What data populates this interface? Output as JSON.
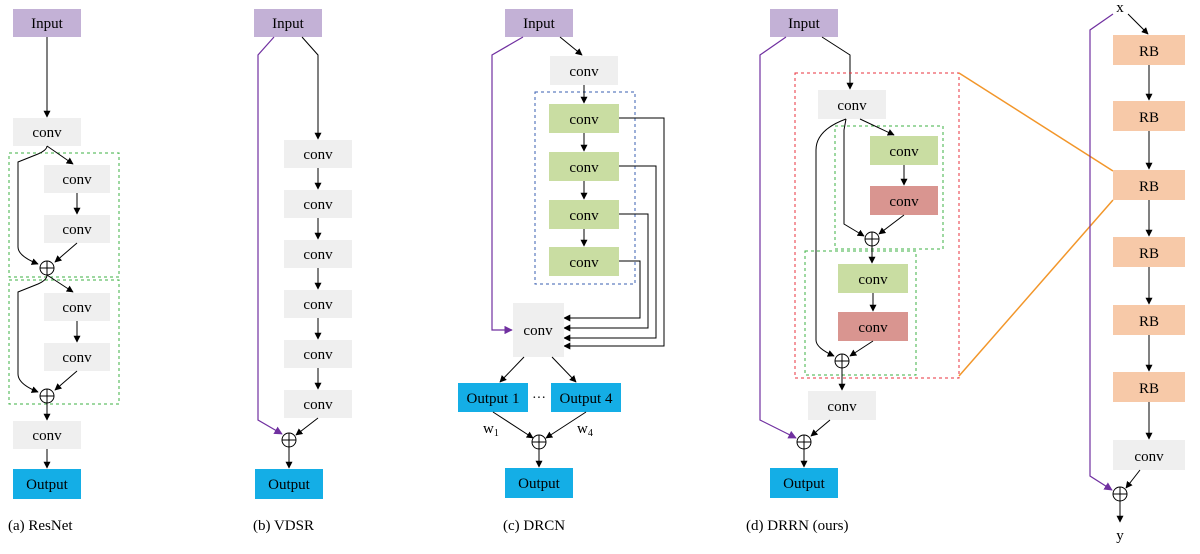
{
  "colors": {
    "input": "#c3b1d6",
    "conv": "#efefef",
    "green": "#c9dda2",
    "red": "#d99590",
    "output": "#14aee6",
    "rb": "#f7c9a8",
    "purple": "#7030a0",
    "orange": "#f2962a",
    "green_dash": "#3cb043",
    "blue_dash": "#3a5fb0",
    "red_dash": "#e8323c"
  },
  "labels": {
    "input": "Input",
    "conv": "conv",
    "output": "Output",
    "output1": "Output 1",
    "output4": "Output 4",
    "ellipsis": "···",
    "w1": "w",
    "w1_sub": "1",
    "w4": "w",
    "w4_sub": "4",
    "rb": "RB",
    "x": "x",
    "y": "y",
    "plus": "⊕"
  },
  "captions": {
    "a": "(a) ResNet",
    "b": "(b) VDSR",
    "c": "(c) DRCN",
    "d": "(d) DRRN (ours)"
  }
}
